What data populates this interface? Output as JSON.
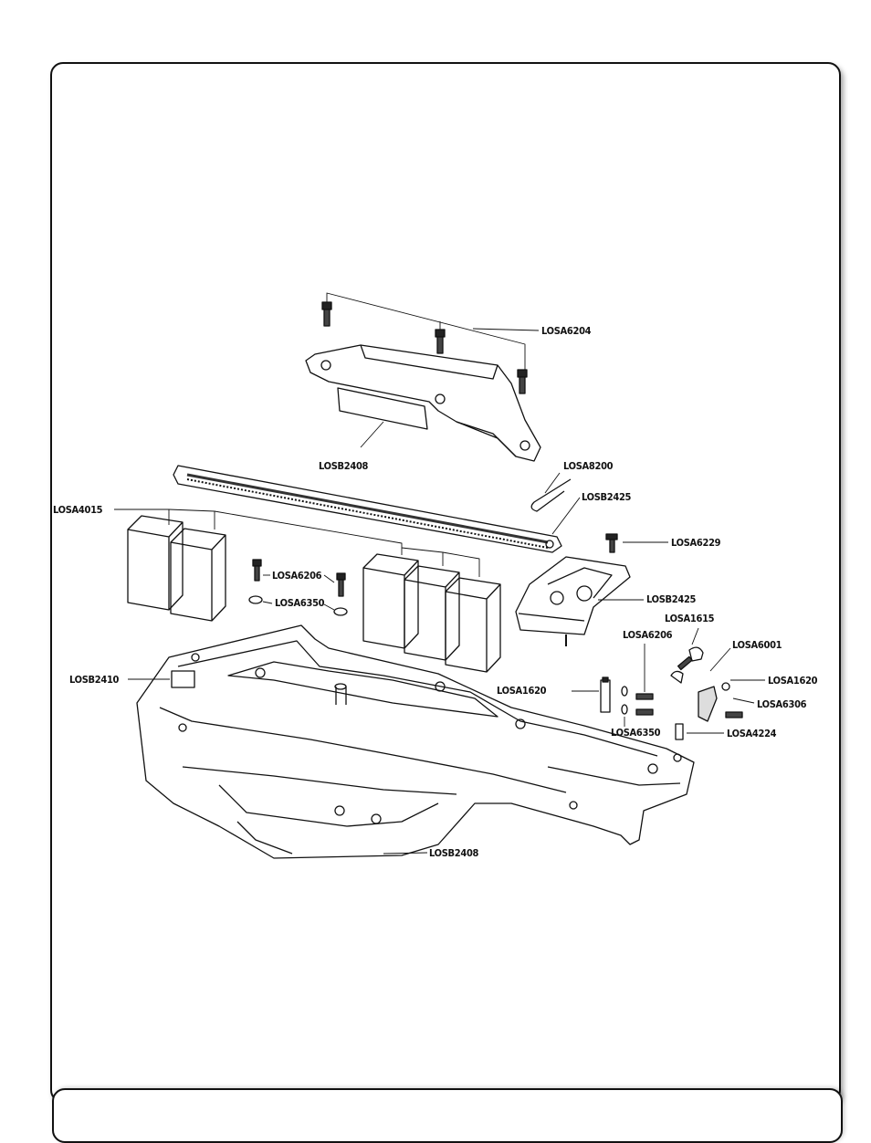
{
  "diagram": {
    "labels": {
      "losa6204": "LOSA6204",
      "losb2408_top": "LOSB2408",
      "losa8200": "LOSA8200",
      "losb2425_a": "LOSB2425",
      "losa4015": "LOSA4015",
      "losa6229": "LOSA6229",
      "losa6206_left": "LOSA6206",
      "losa6350_left": "LOSA6350",
      "losb2425_b": "LOSB2425",
      "losa1615": "LOSA1615",
      "losa6206_right": "LOSA6206",
      "losa6001": "LOSA6001",
      "losb2410": "LOSB2410",
      "losa1620_left": "LOSA1620",
      "losa1620_right": "LOSA1620",
      "losa6306": "LOSA6306",
      "losa6350_right": "LOSA6350",
      "losa4224": "LOSA4224",
      "losb2408_bottom": "LOSB2408"
    }
  }
}
